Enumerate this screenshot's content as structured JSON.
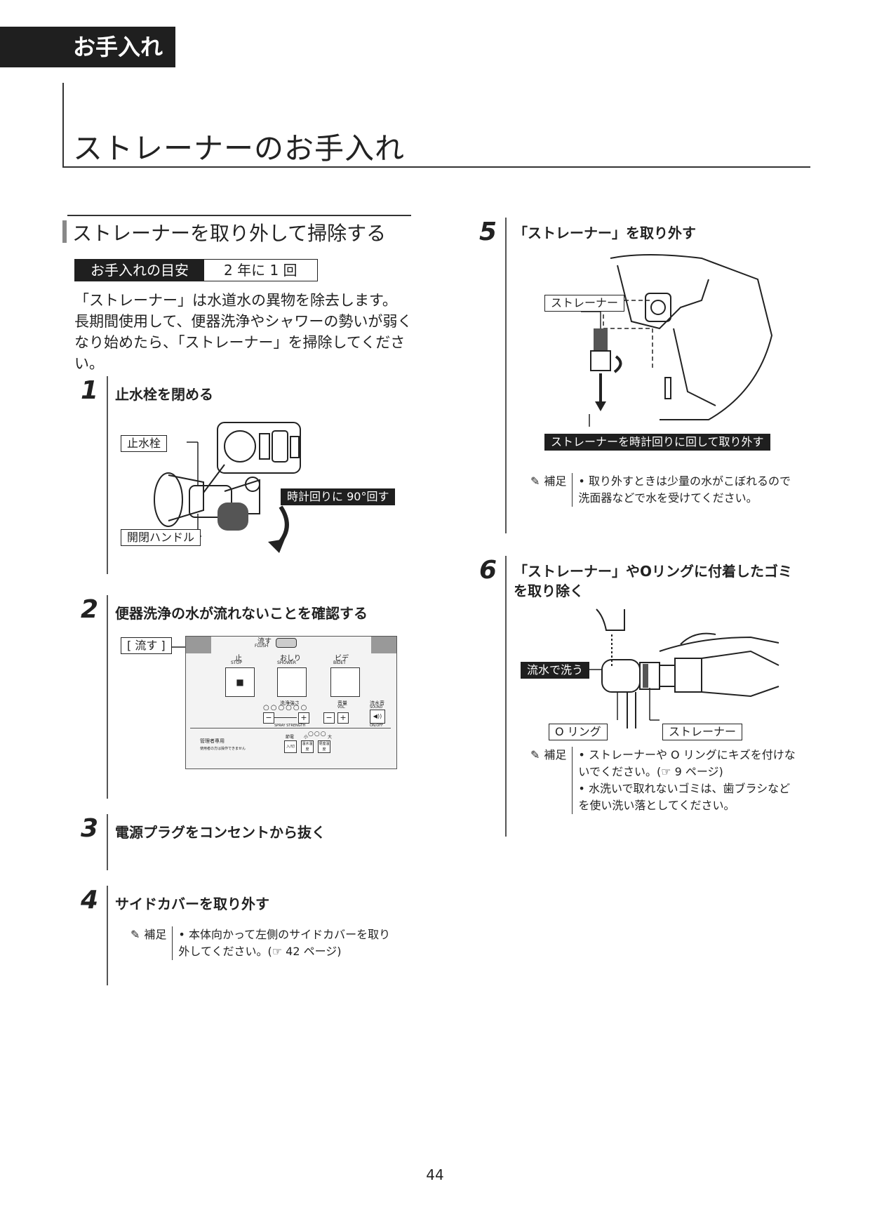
{
  "header": {
    "section_tab": "お手入れ",
    "page_title": "ストレーナーのお手入れ"
  },
  "left": {
    "sub_heading": "ストレーナーを取り外して掃除する",
    "guide": {
      "label": "お手入れの目安",
      "value": "2 年に 1 回"
    },
    "intro": "「ストレーナー」は水道水の異物を除去します。\n長期間使用して、便器洗浄やシャワーの勢いが弱く\nなり始めたら、「ストレーナー」を掃除してください。"
  },
  "steps": {
    "s1": {
      "num": "1",
      "title": "止水栓を閉める",
      "callouts": {
        "valve": "止水栓",
        "handle": "開閉ハンドル",
        "rotate": "時計回りに 90°回す"
      }
    },
    "s2": {
      "num": "2",
      "title": "便器洗浄の水が流れないことを確認する",
      "callout": "[ 流す ]",
      "panel": {
        "flush": "流す",
        "flush_en": "FLUSH",
        "stop": "止",
        "stop_en": "STOP",
        "shower": "おしり",
        "shower_en": "SHOWER",
        "bidet": "ビデ",
        "bidet_en": "BIDET",
        "strength": "洗浄強さ",
        "strength_en": "SPRAY STRENGTH",
        "volume": "音量",
        "volume_en": "VOL.",
        "sound": "流水音",
        "sound_en": "SOUND",
        "onoff": "ON/OFF",
        "admin": "管理者専用",
        "admin_note": "使用者の方は操作できません",
        "power_save": "節電",
        "mode_small": "小",
        "mode_large": "大",
        "b1": "入/切",
        "b2": "温水温度",
        "b3": "便座温度"
      }
    },
    "s3": {
      "num": "3",
      "title": "電源プラグをコンセントから抜く"
    },
    "s4": {
      "num": "4",
      "title": "サイドカバーを取り外す",
      "note": {
        "label": "補足",
        "items": [
          "• 本体向かって左側のサイドカバーを取り\n  外してください。(☞ 42 ページ)"
        ]
      }
    },
    "s5": {
      "num": "5",
      "title": "「ストレーナー」を取り外す",
      "callouts": {
        "strainer": "ストレーナー",
        "rotate": "ストレーナーを時計回りに回して取り外す"
      },
      "note": {
        "label": "補足",
        "items": [
          "• 取り外すときは少量の水がこぼれるので\n  洗面器などで水を受けてください。"
        ]
      }
    },
    "s6": {
      "num": "6",
      "title": "「ストレーナー」やOリングに付着したゴミ\nを取り除く",
      "callouts": {
        "wash": "流水で洗う",
        "oring": "O リング",
        "strainer": "ストレーナー"
      },
      "note": {
        "label": "補足",
        "items": [
          "• ストレーナーや O リングにキズを付けな\n  いでください。(☞ 9 ページ)",
          "• 水洗いで取れないゴミは、歯ブラシなど\n  を使い洗い落としてください。"
        ]
      }
    }
  },
  "footer": {
    "page_number": "44"
  }
}
